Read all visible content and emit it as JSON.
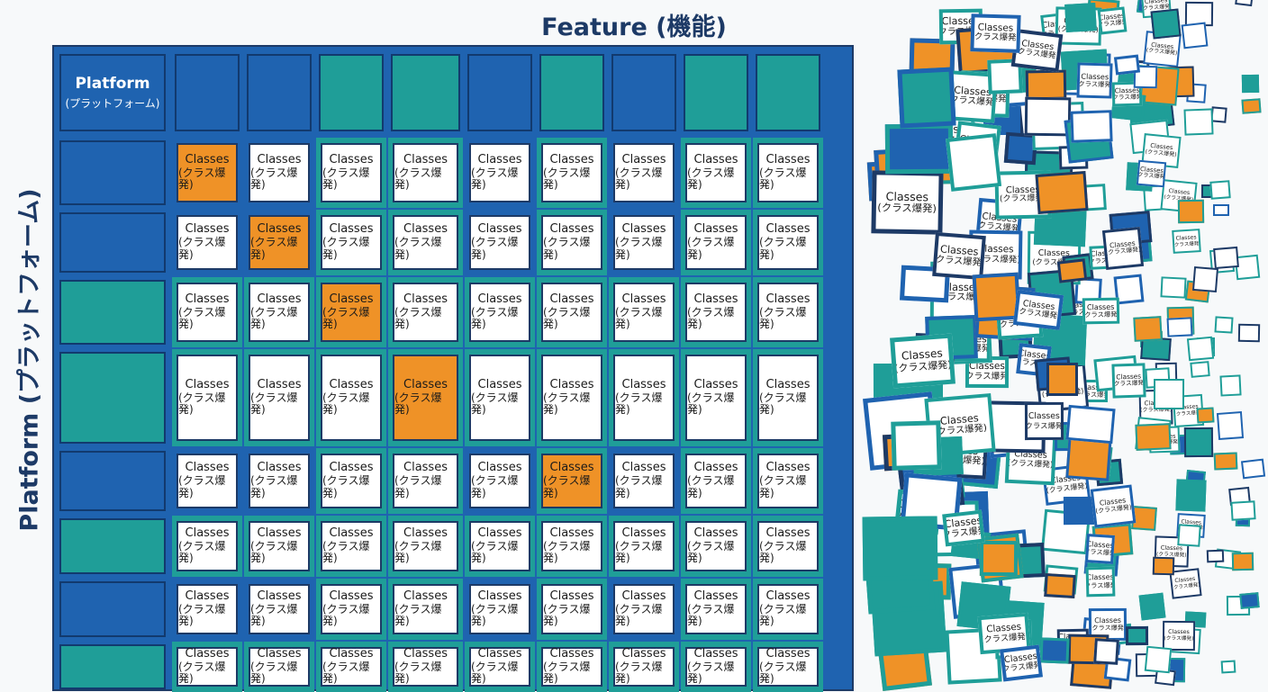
{
  "title": "Feature (機能)",
  "axis_label": "Platform (プラットフォーム)",
  "corner": {
    "line1": "Platform",
    "line2": "(プラットフォーム)"
  },
  "cell": {
    "line1": "Classes",
    "line2": "(クラス爆発)"
  },
  "colors": {
    "blue": "#1f63b0",
    "teal": "#1f9e98",
    "orange": "#ef9227",
    "navy": "#1d3a66",
    "white": "#ffffff"
  },
  "columns": [
    "blue",
    "blue",
    "teal",
    "teal",
    "blue",
    "teal",
    "blue",
    "teal",
    "teal"
  ],
  "rows": [
    "blue",
    "blue",
    "teal",
    "teal",
    "blue",
    "teal",
    "blue",
    "teal"
  ],
  "highlighted_cells": [
    [
      0,
      0
    ],
    [
      1,
      1
    ],
    [
      2,
      2
    ],
    [
      3,
      3
    ],
    [
      4,
      5
    ]
  ]
}
